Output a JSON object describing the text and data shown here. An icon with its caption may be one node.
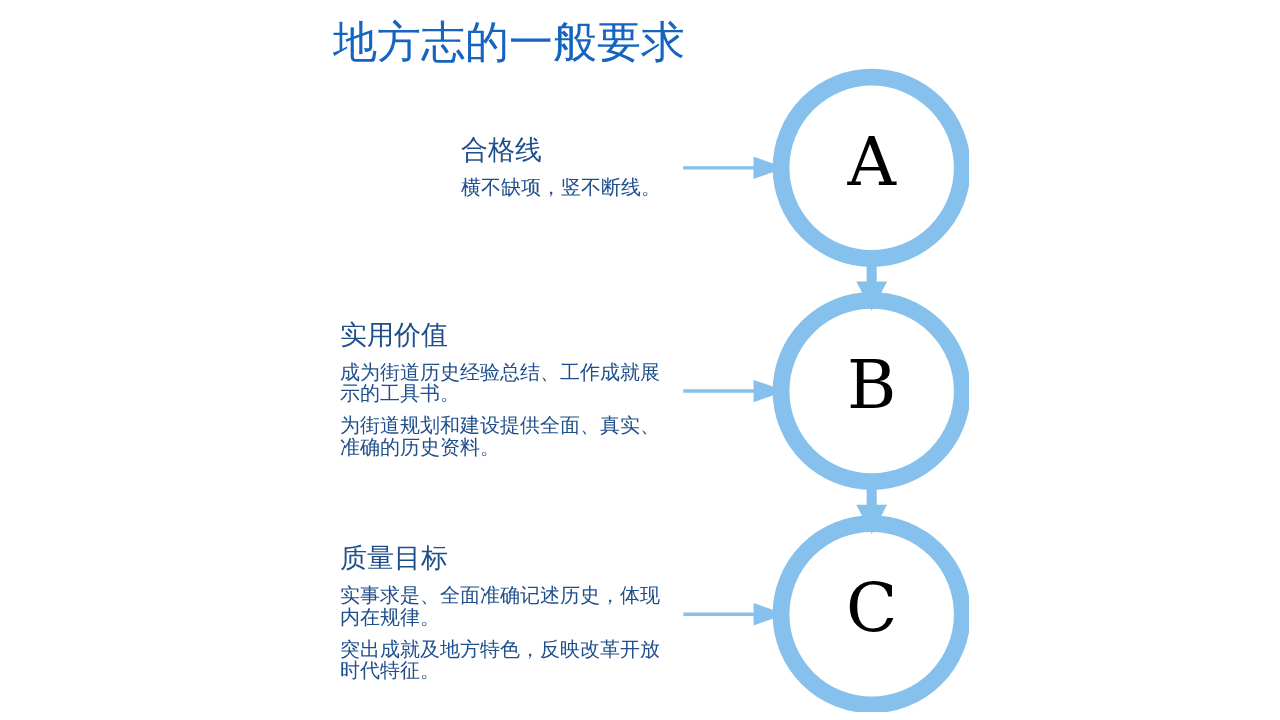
{
  "diagram": {
    "title": "地方志的一般要求",
    "nodes": [
      {
        "text": [
          "A"
        ]
      },
      {
        "text": [
          "合格线",
          "横不缺项，竖不断线。"
        ]
      },
      {
        "text": [
          "B"
        ]
      },
      {
        "text": [
          "实用价值",
          "成为街道历史经验总结、工作成就展示的工具书。",
          "为街道规划和建设提供全面、真实、准确的历史资料。"
        ]
      },
      {
        "text": [
          "C"
        ]
      },
      {
        "text": [
          "质量目标",
          "实事求是、全面准确记述历史，体现内在规律。",
          "突出成就及地方特色，反映改革开放时代特征。"
        ]
      }
    ],
    "edges": [
      {
        "from": 0,
        "to": 2,
        "arrow": "to",
        "style": "thick"
      },
      {
        "from": 2,
        "to": 4,
        "arrow": "to",
        "style": "thick"
      },
      {
        "from": 1,
        "to": 0,
        "arrow": "to"
      },
      {
        "from": 3,
        "to": 2,
        "arrow": "to"
      },
      {
        "from": 5,
        "to": 4,
        "arrow": "to"
      }
    ]
  }
}
